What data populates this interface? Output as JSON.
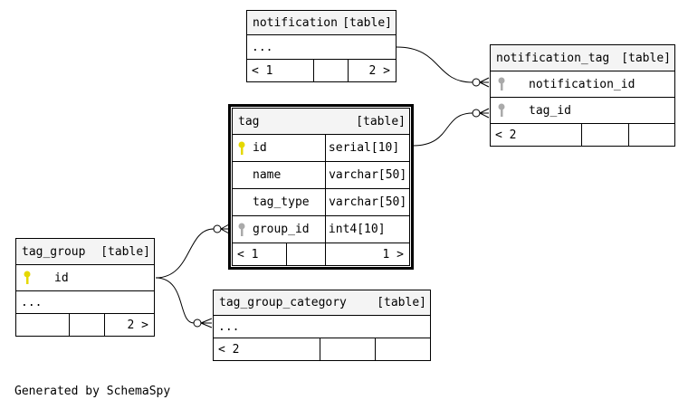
{
  "tables": {
    "notification": {
      "name": "notification",
      "kind": "[table]",
      "rows": [
        "..."
      ],
      "footer": [
        "< 1",
        "",
        "2 >"
      ]
    },
    "notification_tag": {
      "name": "notification_tag",
      "kind": "[table]",
      "rows": [
        "notification_id",
        "tag_id"
      ],
      "footer": [
        "< 2",
        "",
        ""
      ]
    },
    "tag": {
      "name": "tag",
      "kind": "[table]",
      "columns": [
        {
          "name": "id",
          "type": "serial[10]",
          "key": "primary"
        },
        {
          "name": "name",
          "type": "varchar[50]",
          "key": "none"
        },
        {
          "name": "tag_type",
          "type": "varchar[50]",
          "key": "none"
        },
        {
          "name": "group_id",
          "type": "int4[10]",
          "key": "foreign"
        }
      ],
      "footer": [
        "< 1",
        "",
        "1 >"
      ]
    },
    "tag_group": {
      "name": "tag_group",
      "kind": "[table]",
      "rows": [
        "id",
        "..."
      ],
      "footer": [
        "",
        "",
        "2 >"
      ]
    },
    "tag_group_category": {
      "name": "tag_group_category",
      "kind": "[table]",
      "rows": [
        "..."
      ],
      "footer": [
        "< 2",
        "",
        ""
      ]
    }
  },
  "colors": {
    "primary_key": "#e5d800",
    "foreign_key": "#aaaaaa",
    "header_bg": "#f4f4f4"
  },
  "footer_text": "Generated by SchemaSpy"
}
